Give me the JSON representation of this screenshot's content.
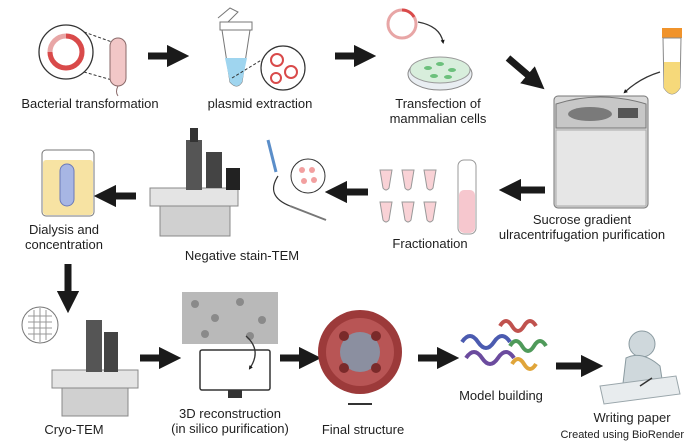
{
  "steps": [
    {
      "key": "transformation",
      "lines": [
        "Bacterial transformation"
      ]
    },
    {
      "key": "plasmid",
      "lines": [
        "plasmid extraction"
      ]
    },
    {
      "key": "transfection",
      "lines": [
        "Transfection of",
        "mammalian cells"
      ]
    },
    {
      "key": "ultracentrifugation",
      "lines": [
        "Sucrose gradient",
        "ulracentrifugation purification"
      ]
    },
    {
      "key": "fractionation",
      "lines": [
        "Fractionation"
      ]
    },
    {
      "key": "negative_stain",
      "lines": [
        "Negative stain-TEM"
      ]
    },
    {
      "key": "dialysis",
      "lines": [
        "Dialysis and",
        "concentration"
      ]
    },
    {
      "key": "cryo_tem",
      "lines": [
        "Cryo-TEM"
      ]
    },
    {
      "key": "reconstruction",
      "lines": [
        "3D reconstruction",
        "(in silico purification)"
      ]
    },
    {
      "key": "final_structure",
      "lines": [
        "Final structure"
      ]
    },
    {
      "key": "model_building",
      "lines": [
        "Model building"
      ]
    },
    {
      "key": "writing",
      "lines": [
        "Writing paper"
      ]
    }
  ],
  "credit": "Created using BioRender",
  "colors": {
    "arrow": "#1a1a1a",
    "accent_red": "#e05555",
    "liquid": "#cfe7f3",
    "cells": "#8fd19e"
  }
}
